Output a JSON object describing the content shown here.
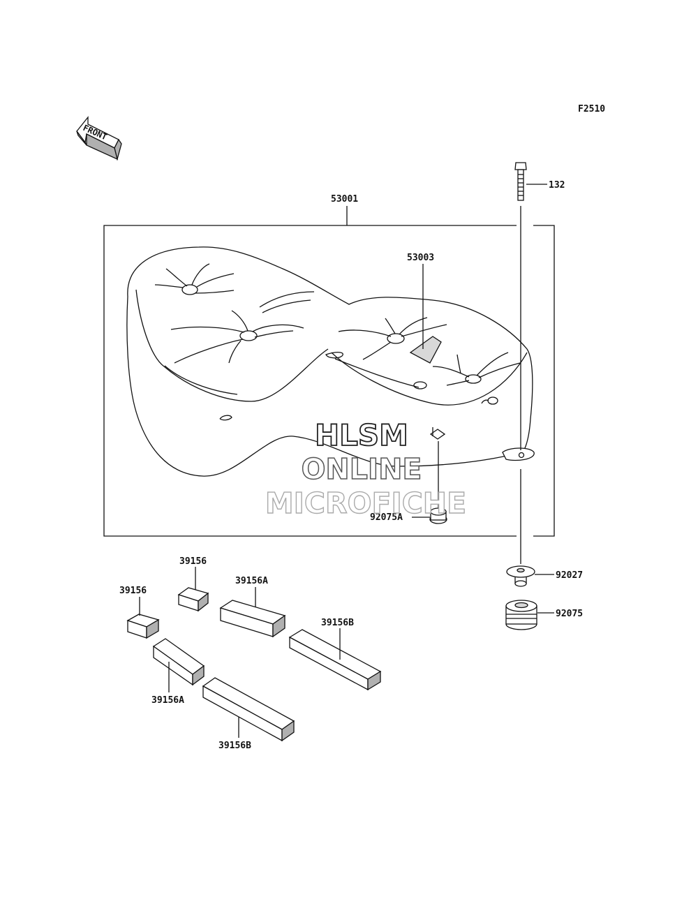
{
  "figure_code": "F2510",
  "front_arrow_label": "FRONT",
  "watermark": {
    "line1": "HLSM",
    "line2": "ONLINE",
    "line3": "MICROFICHE"
  },
  "parts": {
    "seat_assembly": "53001",
    "seat_label": "53003",
    "bolt": "132",
    "collar": "92027",
    "damper": "92075",
    "damper_a": "92075A",
    "pad_small_upper": "39156",
    "pad_small_lower": "39156",
    "pad_medium_upper": "39156A",
    "pad_medium_lower": "39156A",
    "pad_long_upper": "39156B",
    "pad_long_lower": "39156B"
  }
}
